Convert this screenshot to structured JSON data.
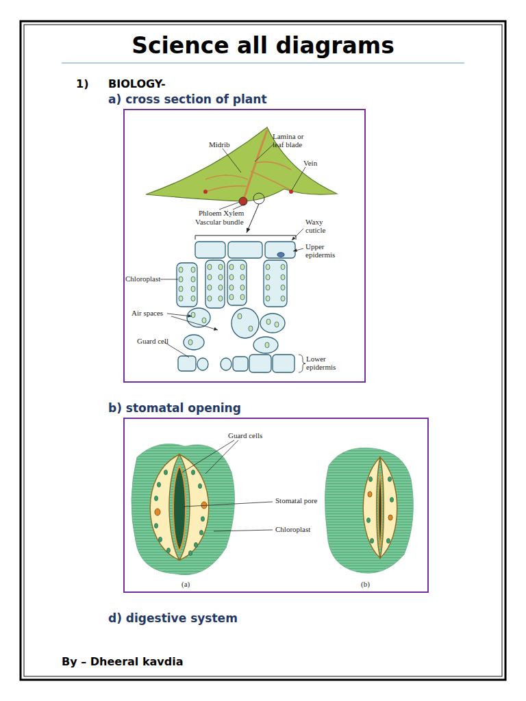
{
  "diagram": {
    "title": "Science all diagrams",
    "labels": [
      "1)",
      "BIOLOGY-",
      "a) cross section of plant",
      "Midrib",
      "Lamina or leaf blade",
      "Vein",
      "Phloem Xylem",
      "Vascular bundle",
      "Waxy cuticle",
      "Upper epidermis",
      "Chloroplast",
      "Air spaces",
      "Guard cell",
      "Lower epidermis",
      "b) stomatal opening",
      "Guard cells",
      "Stomatal pore",
      "Chloroplast",
      "(a)",
      "(b)",
      "d) digestive system",
      "By – Dheeral kavdia"
    ]
  }
}
